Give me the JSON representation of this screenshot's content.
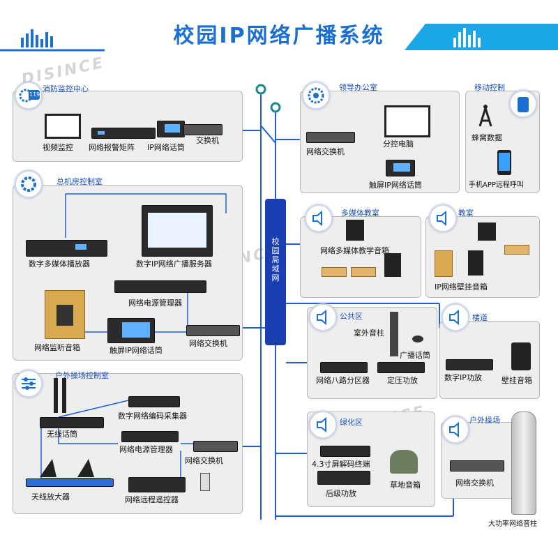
{
  "title": "校园IP网络广播系统",
  "watermark": "DISINCE",
  "lan_label": "校园局域网",
  "panels": {
    "fire": {
      "title": "消防监控中心",
      "badge": "119",
      "labels": {
        "video": "视频监控",
        "alarm": "网络报警矩阵",
        "mic": "IP网络话筒",
        "switch": "交换机"
      }
    },
    "office": {
      "title": "领导办公室",
      "labels": {
        "switch": "网络交换机",
        "pc": "分控电脑",
        "mic": "触屏IP网络话筒"
      }
    },
    "mobile": {
      "title": "移动控制",
      "labels": {
        "cell": "蜂窝数据",
        "app": "手机APP远程呼叫"
      }
    },
    "main": {
      "title": "总机房控制室",
      "labels": {
        "player": "数字多媒体播放器",
        "server": "数字IP网络广播服务器",
        "power": "网络电源管理器",
        "monitor": "网络监听音箱",
        "mic": "触屏IP网络话筒",
        "switch": "网络交换机"
      }
    },
    "media": {
      "title": "多媒体教室",
      "labels": {
        "speaker": "网络多媒体教学音箱"
      }
    },
    "classroom": {
      "title": "教室",
      "labels": {
        "speaker": "IP网络壁挂音箱"
      }
    },
    "public": {
      "title": "公共区",
      "labels": {
        "outdoor": "室外音柱",
        "mic": "广播话筒",
        "zone": "网络八路分区器",
        "amp": "定压功放"
      }
    },
    "corridor": {
      "title": "楼道",
      "labels": {
        "amp": "数字IP功放",
        "speaker": "壁挂音箱"
      }
    },
    "outdoor_ctrl": {
      "title": "户外操场控制室",
      "labels": {
        "wireless": "无线话筒",
        "encoder": "数字网络编码采集器",
        "power": "网络电源管理器",
        "switch": "网络交换机",
        "antenna": "天线放大器",
        "remote": "网络远程遥控器"
      }
    },
    "green": {
      "title": "绿化区",
      "labels": {
        "decoder": "4.3寸屏解码终端",
        "amp": "后级功放",
        "lawn": "草地音箱"
      }
    },
    "playground": {
      "title": "户外操场",
      "labels": {
        "switch": "网络交换机"
      }
    }
  },
  "column_label": "大功率网络音柱",
  "colors": {
    "accent": "#1a6fd1",
    "line": "#1f5fd6",
    "lan": "#1b3fb0",
    "panel_bg": "#eeeeee"
  }
}
